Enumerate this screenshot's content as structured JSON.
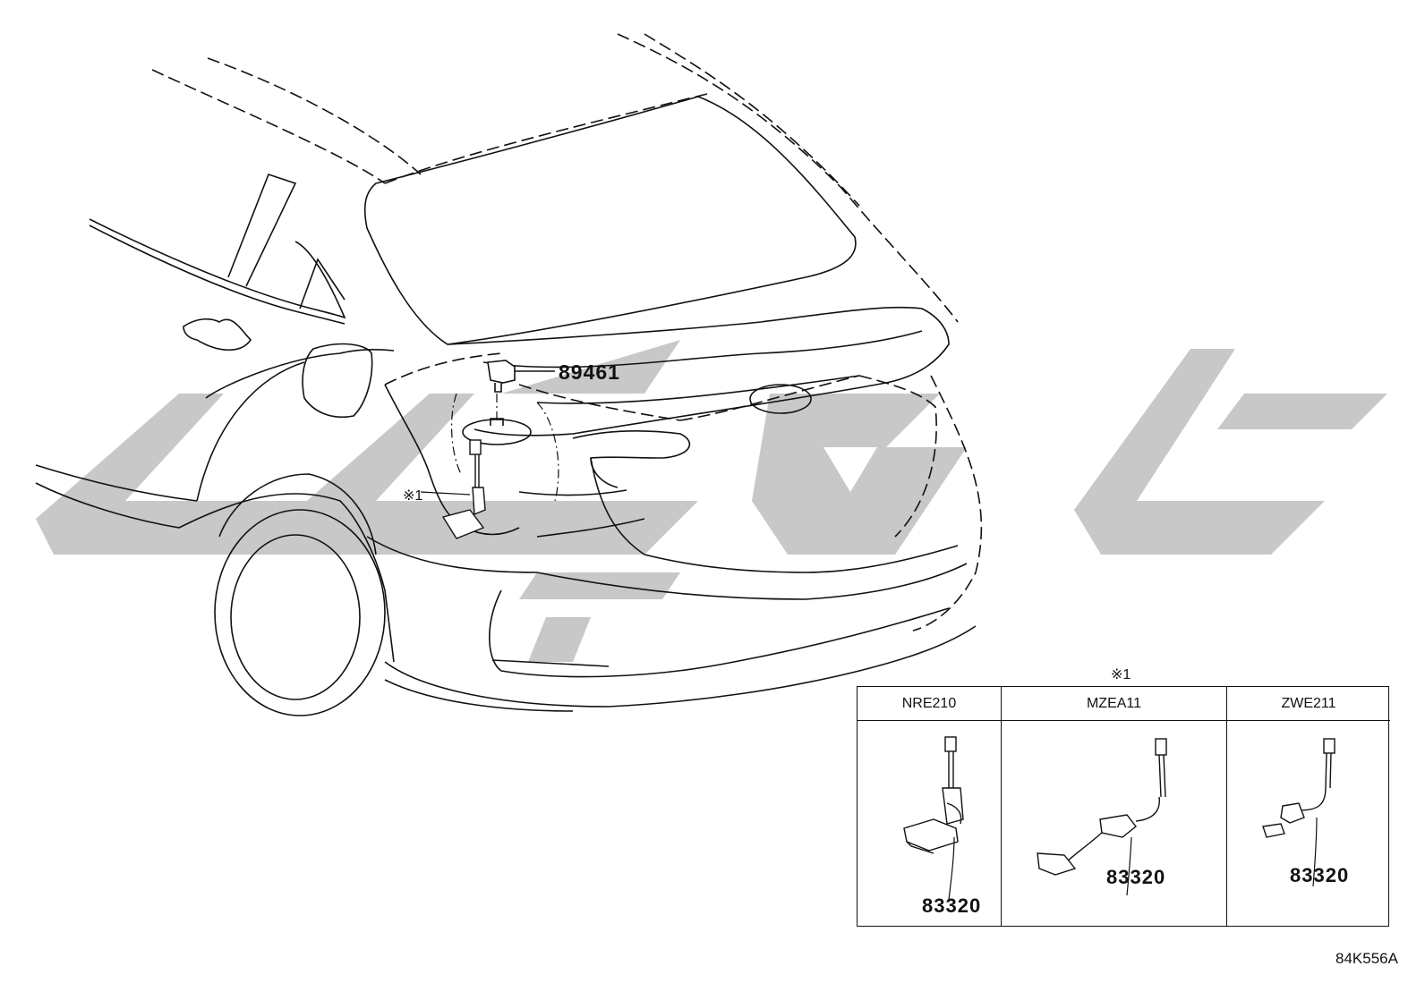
{
  "diagram": {
    "callouts": {
      "part_89461": "89461",
      "note_marker": "※1"
    },
    "inset": {
      "marker": "※1",
      "columns": [
        {
          "model": "NRE210",
          "part": "83320"
        },
        {
          "model": "MZEA11",
          "part": "83320"
        },
        {
          "model": "ZWE211",
          "part": "83320"
        }
      ]
    },
    "diagram_code": "84K556A",
    "watermark_color": "#c8c8c8"
  }
}
